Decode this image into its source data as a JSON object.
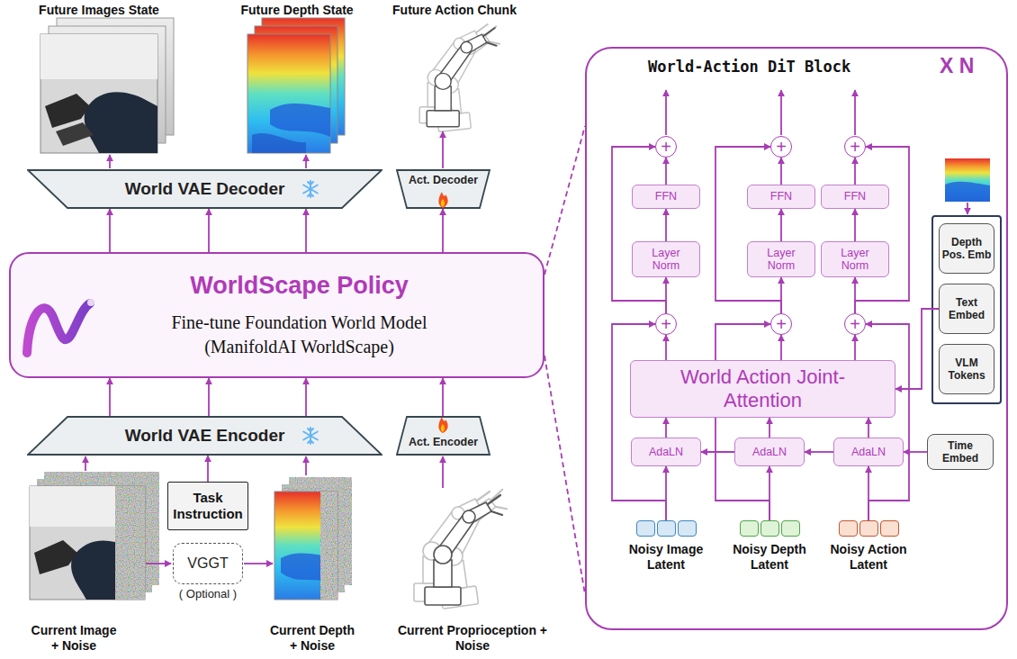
{
  "diagram": {
    "nodes": [
      {
        "text": [
          "World VAE Decoder"
        ]
      },
      {
        "text": [
          "Act. Decoder"
        ]
      },
      {
        "text": [
          "WorldScape Policy",
          "Fine-tune Foundation World Model (ManifoldAI WorldScape)"
        ]
      },
      {
        "text": [
          "World VAE Encoder"
        ]
      },
      {
        "text": [
          "Act. Encoder"
        ]
      },
      {
        "text": [
          "Task Instruction"
        ]
      },
      {
        "text": [
          "VGGT",
          "( Optional )"
        ]
      },
      {
        "text": [
          "World-Action DiT Block",
          "X N"
        ]
      },
      {
        "text": [
          "+"
        ],
        "in": 7
      },
      {
        "text": [
          "+"
        ],
        "in": 7
      },
      {
        "text": [
          "+"
        ],
        "in": 7
      },
      {
        "text": [
          "FFN"
        ],
        "in": 7
      },
      {
        "text": [
          "FFN"
        ],
        "in": 7
      },
      {
        "text": [
          "FFN"
        ],
        "in": 7
      },
      {
        "text": [
          "Layer Norm"
        ],
        "in": 7
      },
      {
        "text": [
          "Layer Norm"
        ],
        "in": 7
      },
      {
        "text": [
          "Layer Norm"
        ],
        "in": 7
      },
      {
        "text": [
          "Depth Pos. Emb"
        ],
        "in": 7
      },
      {
        "text": [
          "Text Embed"
        ],
        "in": 7
      },
      {
        "text": [
          "VLM Tokens"
        ],
        "in": 7
      },
      {
        "text": [
          "+"
        ],
        "in": 7
      },
      {
        "text": [
          "+"
        ],
        "in": 7
      },
      {
        "text": [
          "+"
        ],
        "in": 7
      },
      {
        "text": [
          "World Action Joint-Attention"
        ],
        "in": 7
      },
      {
        "text": [
          "AdaLN"
        ],
        "in": 7
      },
      {
        "text": [
          "AdaLN"
        ],
        "in": 7
      },
      {
        "text": [
          "AdaLN"
        ],
        "in": 7
      },
      {
        "text": [
          "Time Embed"
        ],
        "in": 7
      },
      {
        "text": [
          "Noisy Image Latent"
        ],
        "in": 7
      },
      {
        "text": [
          "Noisy Depth Latent"
        ],
        "in": 7
      },
      {
        "text": [
          "Noisy Action Latent"
        ],
        "in": 7
      }
    ],
    "edges": [
      {
        "from": 2,
        "to": 0,
        "arrow": "to"
      },
      {
        "from": 2,
        "to": 0,
        "arrow": "to"
      },
      {
        "from": 2,
        "to": 0,
        "arrow": "to"
      },
      {
        "from": 2,
        "to": 1,
        "arrow": "to"
      },
      {
        "from": 3,
        "to": 2,
        "arrow": "to"
      },
      {
        "from": 3,
        "to": 2,
        "arrow": "to"
      },
      {
        "from": 3,
        "to": 2,
        "arrow": "to"
      },
      {
        "from": 4,
        "to": 2,
        "arrow": "to"
      },
      {
        "from": 5,
        "to": 3,
        "arrow": "to"
      },
      {
        "from": 2,
        "to": 7,
        "arrow": "none"
      },
      {
        "from": 2,
        "to": 7,
        "arrow": "none"
      },
      {
        "from": 28,
        "to": 24,
        "arrow": "to"
      },
      {
        "from": 24,
        "to": 23,
        "arrow": "to"
      },
      {
        "from": 23,
        "to": 20,
        "arrow": "to"
      },
      {
        "from": 28,
        "to": 20,
        "arrow": "to"
      },
      {
        "from": 20,
        "to": 14,
        "arrow": "to"
      },
      {
        "from": 14,
        "to": 11,
        "arrow": "to"
      },
      {
        "from": 11,
        "to": 8,
        "arrow": "to"
      },
      {
        "from": 20,
        "to": 8,
        "arrow": "to"
      },
      {
        "from": 29,
        "to": 25,
        "arrow": "to"
      },
      {
        "from": 25,
        "to": 23,
        "arrow": "to"
      },
      {
        "from": 23,
        "to": 21,
        "arrow": "to"
      },
      {
        "from": 29,
        "to": 21,
        "arrow": "to"
      },
      {
        "from": 21,
        "to": 15,
        "arrow": "to"
      },
      {
        "from": 15,
        "to": 12,
        "arrow": "to"
      },
      {
        "from": 12,
        "to": 9,
        "arrow": "to"
      },
      {
        "from": 21,
        "to": 9,
        "arrow": "to"
      },
      {
        "from": 30,
        "to": 26,
        "arrow": "to"
      },
      {
        "from": 26,
        "to": 23,
        "arrow": "to"
      },
      {
        "from": 23,
        "to": 22,
        "arrow": "to"
      },
      {
        "from": 30,
        "to": 22,
        "arrow": "to"
      },
      {
        "from": 22,
        "to": 16,
        "arrow": "to"
      },
      {
        "from": 16,
        "to": 13,
        "arrow": "to"
      },
      {
        "from": 13,
        "to": 10,
        "arrow": "to"
      },
      {
        "from": 22,
        "to": 10,
        "arrow": "to"
      },
      {
        "from": 27,
        "to": 26,
        "arrow": "to"
      },
      {
        "from": 26,
        "to": 25,
        "arrow": "to"
      },
      {
        "from": 25,
        "to": 24,
        "arrow": "to"
      },
      {
        "from": 18,
        "to": 23,
        "arrow": "to"
      }
    ],
    "labels": [
      "Future Images State",
      "Future Depth State",
      "Future Action Chunk",
      "Current Image + Noise",
      "Current Depth + Noise",
      "Current Proprioception + Noise"
    ]
  }
}
